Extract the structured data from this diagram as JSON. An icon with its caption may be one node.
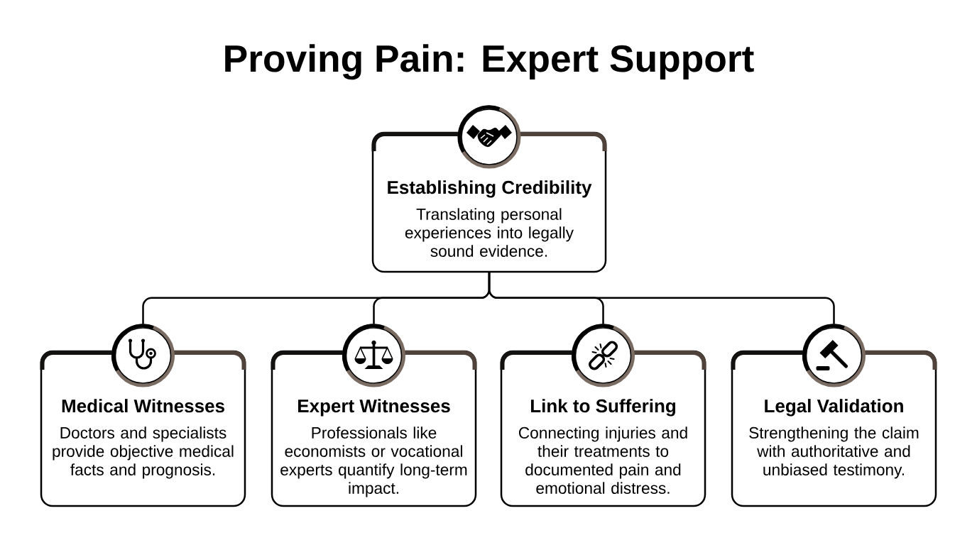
{
  "diagram": {
    "title": "Proving Pain: Expert Support",
    "nodes": [
      {
        "text": [
          "Establishing Credibility",
          "Translating personal experiences into legally sound evidence."
        ]
      },
      {
        "text": [
          "Medical Witnesses",
          "Doctors and specialists provide objective medical facts and prognosis."
        ]
      },
      {
        "text": [
          "Expert Witnesses",
          "Professionals like economists or vocational experts quantify long-term impact."
        ]
      },
      {
        "text": [
          "Link to Suffering",
          "Connecting injuries and their treatments to documented pain and emotional distress."
        ]
      },
      {
        "text": [
          "Legal Validation",
          "Strengthening the claim with authoritative and unbiased testimony."
        ]
      }
    ],
    "edges": [
      {
        "from": 0,
        "to": 1,
        "arrow": "none"
      },
      {
        "from": 0,
        "to": 2,
        "arrow": "none"
      },
      {
        "from": 0,
        "to": 3,
        "arrow": "none"
      },
      {
        "from": 0,
        "to": 4,
        "arrow": "none"
      }
    ]
  }
}
